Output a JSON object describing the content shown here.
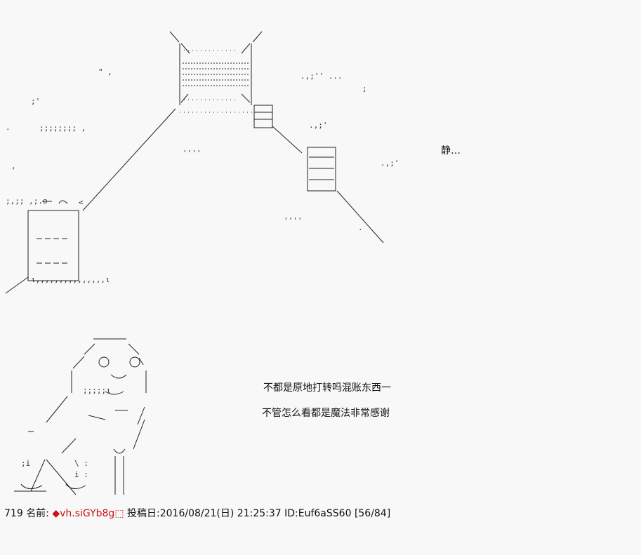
{
  "dialogue": {
    "quiet": "静…",
    "line1": "不都是原地打转吗混账东西一",
    "line2": "不管怎么看都是魔法非常感谢"
  },
  "post": {
    "number": "719",
    "name_label": "名前:",
    "tripcode": "◆vh.siGYb8g",
    "tripcode_suffix": "⬚",
    "date_label": "投稿日:",
    "datetime": "2016/08/21(日) 21:25:37",
    "id": "ID:Euf6aSS60",
    "progress": "[56/84]"
  },
  "colors": {
    "text": "#111111",
    "tripcode": "#cc1111",
    "background": "#f8f8f8"
  }
}
